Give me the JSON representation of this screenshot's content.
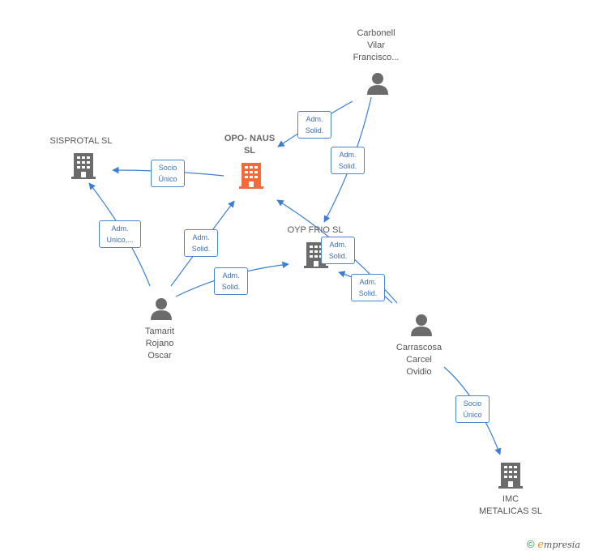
{
  "nodes": {
    "opo_naus": {
      "name": "OPO- NAUS\nSL",
      "type": "company",
      "color": "#f26b3a"
    },
    "sisprotal": {
      "name": "SISPROTAL  SL",
      "type": "company",
      "color": "#6b6b6b"
    },
    "oyp_frio": {
      "name": "OYP FRIO  SL",
      "type": "company",
      "color": "#6b6b6b"
    },
    "imc_metalicas": {
      "name": "IMC\nMETALICAS  SL",
      "type": "company",
      "color": "#6b6b6b"
    },
    "carbonell": {
      "name": "Carbonell\nVilar\nFrancisco...",
      "type": "person",
      "color": "#6b6b6b"
    },
    "tamarit": {
      "name": "Tamarit\nRojano\nOscar",
      "type": "person",
      "color": "#6b6b6b"
    },
    "carrascosa": {
      "name": "Carrascosa\nCarcel\nOvidio",
      "type": "person",
      "color": "#6b6b6b"
    }
  },
  "relations": [
    {
      "label": "Adm.\nSolid."
    },
    {
      "label": "Adm.\nSolid."
    },
    {
      "label": "Socio\nÚnico"
    },
    {
      "label": "Adm.\nUnico,..."
    },
    {
      "label": "Adm.\nSolid."
    },
    {
      "label": "Adm.\nSolid."
    },
    {
      "label": "Adm.\nSolid."
    },
    {
      "label": "Adm.\nSolid."
    },
    {
      "label": "Socio\nÚnico"
    }
  ],
  "brand": {
    "copyright": "©",
    "e": "e",
    "rest": "mpresia"
  },
  "colors": {
    "edge": "#3a7fd5",
    "badge_border": "#4a86d4"
  }
}
